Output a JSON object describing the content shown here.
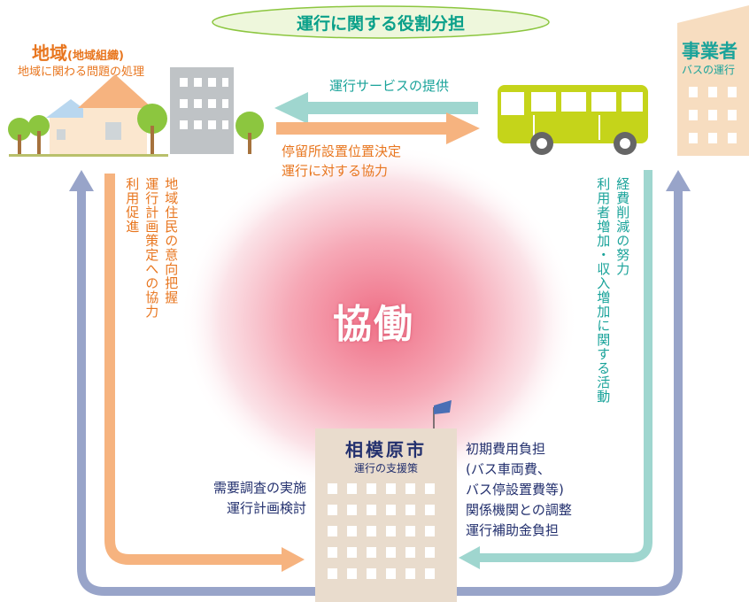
{
  "title": "運行に関する役割分担",
  "center_label": "協働",
  "region": {
    "name": "地域",
    "name_sub": "(地域組織)",
    "role": "地域に関わる問題の処理"
  },
  "operator": {
    "name": "事業者",
    "role": "バスの運行"
  },
  "city": {
    "name": "相模原市",
    "role": "運行の支援策"
  },
  "top_arrow_left": "運行サービスの提供",
  "top_arrow_right": [
    "停留所設置位置決定",
    "運行に対する協力"
  ],
  "left_vertical_1": "利用促進",
  "left_vertical_2": "運行計画策定への協力",
  "left_vertical_3": "地域住民の意向把握",
  "right_vertical_1": "経費削減の努力",
  "right_vertical_2": "利用者増加・収入増加に関する活動",
  "city_to_region": [
    "需要調査の実施",
    "運行計画検討"
  ],
  "city_to_operator": [
    "初期費用負担",
    "(バス車両費、",
    "バス停設置費等)",
    "関係機関との調整",
    "運行補助金負担"
  ],
  "colors": {
    "orange_text": "#e8761f",
    "teal_text": "#1aa39a",
    "navy_text": "#23306e",
    "orange_arrow": "#f6b37f",
    "teal_arrow": "#9fd6cf",
    "navy_arrow": "#98a4c9",
    "bus": "#c5d41a",
    "center_glow": "#f08a9c"
  }
}
